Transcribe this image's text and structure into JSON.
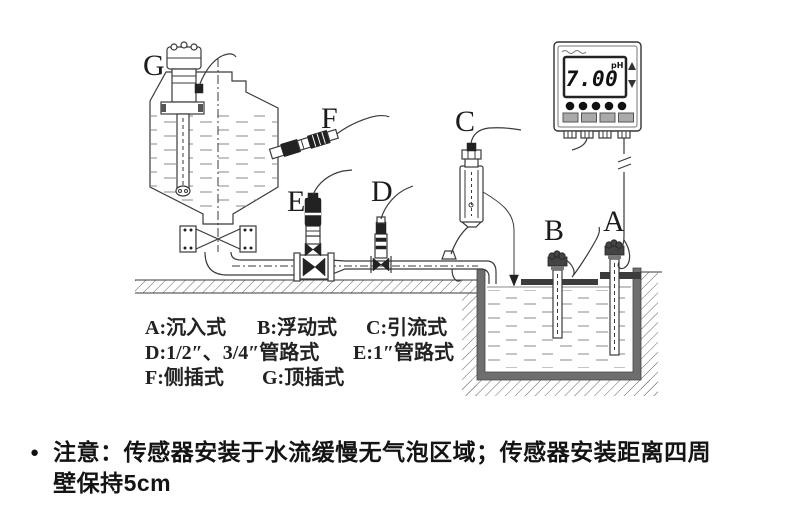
{
  "figure": {
    "labels": {
      "a": "A",
      "b": "B",
      "c": "C",
      "d": "D",
      "e": "E",
      "f": "F",
      "g": "G"
    },
    "meter": {
      "display_value": "7.00",
      "display_unit": "pH"
    },
    "legend": {
      "items": [
        {
          "key": "A",
          "text": "A:沉入式"
        },
        {
          "key": "B",
          "text": "B:浮动式"
        },
        {
          "key": "C",
          "text": "C:引流式"
        },
        {
          "key": "D",
          "text": "D:1/2″、3/4″管路式"
        },
        {
          "key": "E",
          "text": "E:1″管路式"
        },
        {
          "key": "F",
          "text": "F:侧插式"
        },
        {
          "key": "G",
          "text": "G:顶插式"
        }
      ]
    }
  },
  "note": {
    "bullet": "●",
    "line1": "注意：传感器安装于水流缓慢无气泡区域；传感器安装距离四周",
    "line2": "壁保持5cm"
  },
  "colors": {
    "line": "#3a3a3a",
    "wall": "#6e6e6e",
    "accent_dark": "#222222",
    "background": "#ffffff"
  }
}
